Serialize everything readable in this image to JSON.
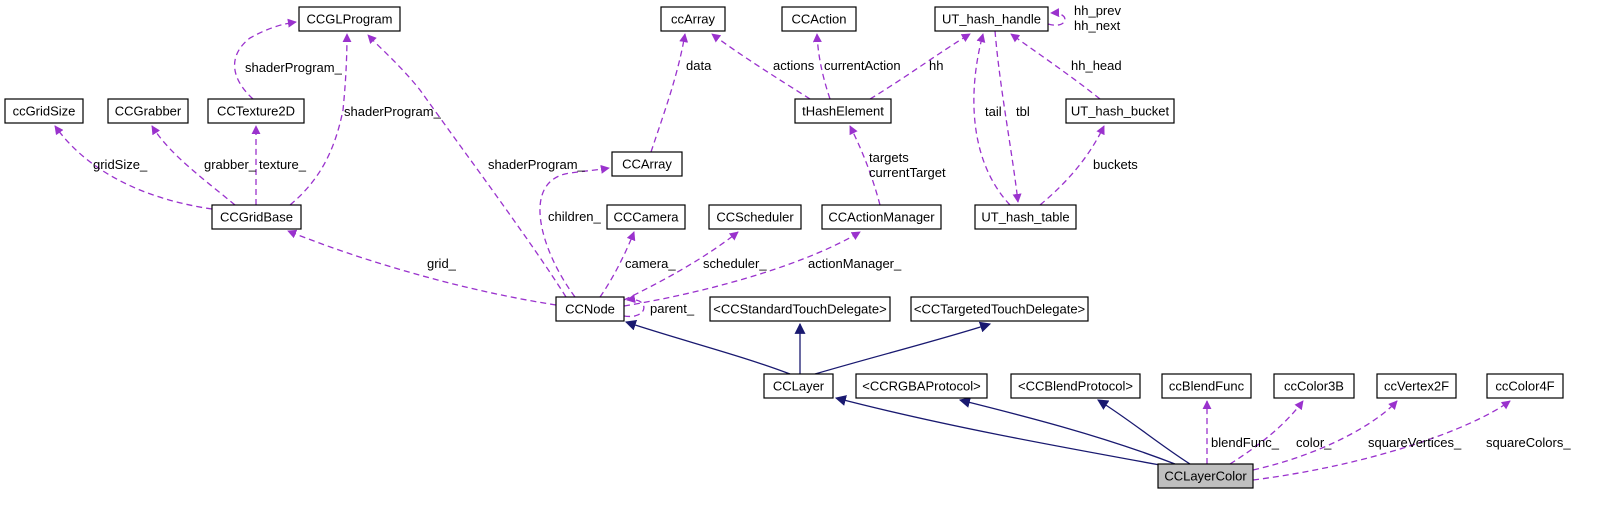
{
  "diagram": {
    "nodes": [
      {
        "id": "CCGLProgram",
        "label": "CCGLProgram"
      },
      {
        "id": "ccArray",
        "label": "ccArray"
      },
      {
        "id": "CCAction",
        "label": "CCAction"
      },
      {
        "id": "UT_hash_handle",
        "label": "UT_hash_handle"
      },
      {
        "id": "ccGridSize",
        "label": "ccGridSize"
      },
      {
        "id": "CCGrabber",
        "label": "CCGrabber"
      },
      {
        "id": "CCTexture2D",
        "label": "CCTexture2D"
      },
      {
        "id": "tHashElement",
        "label": "tHashElement"
      },
      {
        "id": "UT_hash_bucket",
        "label": "UT_hash_bucket"
      },
      {
        "id": "CCArray",
        "label": "CCArray"
      },
      {
        "id": "CCGridBase",
        "label": "CCGridBase"
      },
      {
        "id": "CCCamera",
        "label": "CCCamera"
      },
      {
        "id": "CCScheduler",
        "label": "CCScheduler"
      },
      {
        "id": "CCActionManager",
        "label": "CCActionManager"
      },
      {
        "id": "UT_hash_table",
        "label": "UT_hash_table"
      },
      {
        "id": "CCNode",
        "label": "CCNode"
      },
      {
        "id": "CCStandardTouchDelegate",
        "label": "<CCStandardTouchDelegate>"
      },
      {
        "id": "CCTargetedTouchDelegate",
        "label": "<CCTargetedTouchDelegate>"
      },
      {
        "id": "CCLayer",
        "label": "CCLayer"
      },
      {
        "id": "CCRGBAProtocol",
        "label": "<CCRGBAProtocol>"
      },
      {
        "id": "CCBlendProtocol",
        "label": "<CCBlendProtocol>"
      },
      {
        "id": "ccBlendFunc",
        "label": "ccBlendFunc"
      },
      {
        "id": "ccColor3B",
        "label": "ccColor3B"
      },
      {
        "id": "ccVertex2F",
        "label": "ccVertex2F"
      },
      {
        "id": "ccColor4F",
        "label": "ccColor4F"
      },
      {
        "id": "CCLayerColor",
        "label": "CCLayerColor",
        "highlighted": true
      }
    ],
    "edges": [
      {
        "from": "CCTexture2D",
        "to": "CCGLProgram",
        "kind": "usage",
        "label": "shaderProgram_"
      },
      {
        "from": "CCGridBase",
        "to": "CCGLProgram",
        "kind": "usage",
        "label": "shaderProgram_"
      },
      {
        "from": "CCNode",
        "to": "CCGLProgram",
        "kind": "usage",
        "label": "shaderProgram_"
      },
      {
        "from": "CCArray",
        "to": "ccArray",
        "kind": "usage",
        "label": "data"
      },
      {
        "from": "tHashElement",
        "to": "ccArray",
        "kind": "usage",
        "label": "actions"
      },
      {
        "from": "tHashElement",
        "to": "CCAction",
        "kind": "usage",
        "label": "currentAction"
      },
      {
        "from": "tHashElement",
        "to": "UT_hash_handle",
        "kind": "usage",
        "label": "hh"
      },
      {
        "from": "UT_hash_handle",
        "to": "UT_hash_handle",
        "kind": "usage",
        "label": "hh_prev\nhh_next"
      },
      {
        "from": "UT_hash_table",
        "to": "UT_hash_handle",
        "kind": "usage",
        "label": "tail"
      },
      {
        "from": "UT_hash_handle",
        "to": "UT_hash_table",
        "kind": "usage",
        "label": "tbl"
      },
      {
        "from": "UT_hash_bucket",
        "to": "UT_hash_handle",
        "kind": "usage",
        "label": "hh_head"
      },
      {
        "from": "UT_hash_table",
        "to": "UT_hash_bucket",
        "kind": "usage",
        "label": "buckets"
      },
      {
        "from": "CCActionManager",
        "to": "tHashElement",
        "kind": "usage",
        "label": "targets\ncurrentTarget"
      },
      {
        "from": "CCGridBase",
        "to": "ccGridSize",
        "kind": "usage",
        "label": "gridSize_"
      },
      {
        "from": "CCGridBase",
        "to": "CCGrabber",
        "kind": "usage",
        "label": "grabber_"
      },
      {
        "from": "CCGridBase",
        "to": "CCTexture2D",
        "kind": "usage",
        "label": "texture_"
      },
      {
        "from": "CCNode",
        "to": "CCArray",
        "kind": "usage",
        "label": "children_"
      },
      {
        "from": "CCNode",
        "to": "CCGridBase",
        "kind": "usage",
        "label": "grid_"
      },
      {
        "from": "CCNode",
        "to": "CCCamera",
        "kind": "usage",
        "label": "camera_"
      },
      {
        "from": "CCNode",
        "to": "CCScheduler",
        "kind": "usage",
        "label": "scheduler_"
      },
      {
        "from": "CCNode",
        "to": "CCActionManager",
        "kind": "usage",
        "label": "actionManager_"
      },
      {
        "from": "CCNode",
        "to": "CCNode",
        "kind": "usage",
        "label": "parent_"
      },
      {
        "from": "CCLayer",
        "to": "CCNode",
        "kind": "inheritance",
        "label": ""
      },
      {
        "from": "CCLayer",
        "to": "CCStandardTouchDelegate",
        "kind": "inheritance",
        "label": ""
      },
      {
        "from": "CCLayer",
        "to": "CCTargetedTouchDelegate",
        "kind": "inheritance",
        "label": ""
      },
      {
        "from": "CCLayerColor",
        "to": "CCLayer",
        "kind": "inheritance",
        "label": ""
      },
      {
        "from": "CCLayerColor",
        "to": "CCRGBAProtocol",
        "kind": "inheritance",
        "label": ""
      },
      {
        "from": "CCLayerColor",
        "to": "CCBlendProtocol",
        "kind": "inheritance",
        "label": ""
      },
      {
        "from": "CCLayerColor",
        "to": "ccBlendFunc",
        "kind": "usage",
        "label": "blendFunc_"
      },
      {
        "from": "CCLayerColor",
        "to": "ccColor3B",
        "kind": "usage",
        "label": "color_"
      },
      {
        "from": "CCLayerColor",
        "to": "ccVertex2F",
        "kind": "usage",
        "label": "squareVertices_"
      },
      {
        "from": "CCLayerColor",
        "to": "ccColor4F",
        "kind": "usage",
        "label": "squareColors_"
      }
    ]
  },
  "colors": {
    "usage_edge": "#9a32cd",
    "inheritance_edge": "#191970",
    "node_border": "#000000",
    "node_fill": "#ffffff",
    "highlight_fill": "#bfbfbf"
  }
}
